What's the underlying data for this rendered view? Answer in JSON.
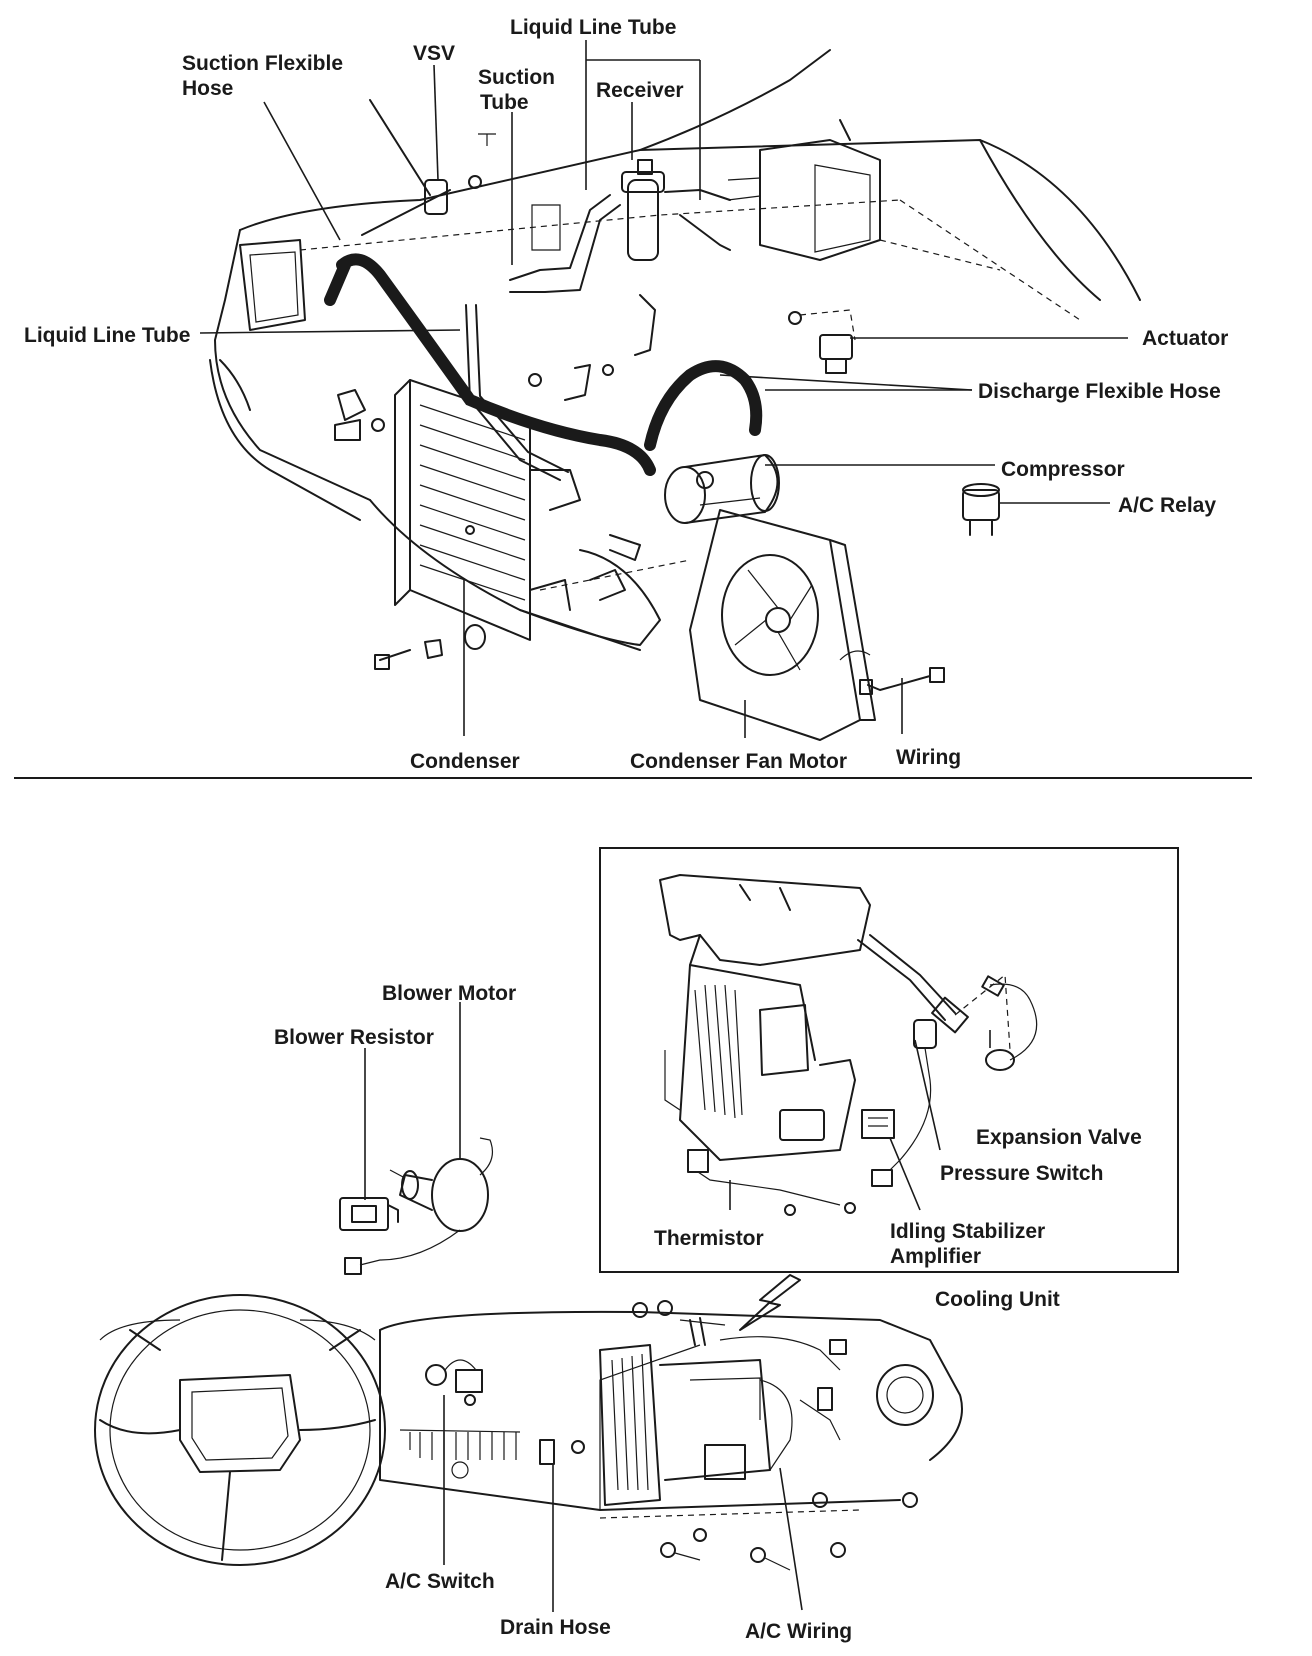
{
  "labels": {
    "liquid_line_tube_top": "Liquid Line Tube",
    "suction_flexible_hose_1": "Suction Flexible",
    "suction_flexible_hose_2": "Hose",
    "vsv": "VSV",
    "suction_tube_1": "Suction",
    "suction_tube_2": "Tube",
    "receiver": "Receiver",
    "liquid_line_tube_left": "Liquid Line Tube",
    "actuator": "Actuator",
    "discharge_flexible_hose": "Discharge Flexible Hose",
    "compressor": "Compressor",
    "ac_relay": "A/C Relay",
    "condenser": "Condenser",
    "condenser_fan_motor": "Condenser Fan Motor",
    "wiring": "Wiring",
    "blower_motor": "Blower Motor",
    "blower_resistor": "Blower Resistor",
    "expansion_valve": "Expansion Valve",
    "pressure_switch": "Pressure Switch",
    "thermistor": "Thermistor",
    "idling_stabilizer_1": "Idling Stabilizer",
    "idling_stabilizer_2": "Amplifier",
    "cooling_unit": "Cooling Unit",
    "ac_switch": "A/C Switch",
    "drain_hose": "Drain Hose",
    "ac_wiring": "A/C Wiring"
  }
}
